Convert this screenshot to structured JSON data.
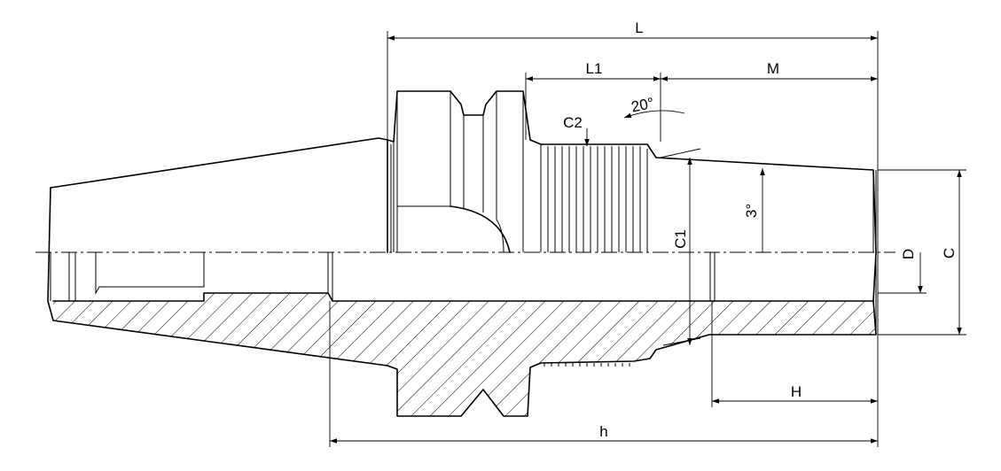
{
  "dimensions": {
    "L": "L",
    "L1": "L1",
    "M": "M",
    "C2": "C2",
    "angle_20": "20°",
    "angle_3": "3°",
    "C1": "C1",
    "D": "D",
    "C": "C",
    "H": "H",
    "h": "h"
  }
}
